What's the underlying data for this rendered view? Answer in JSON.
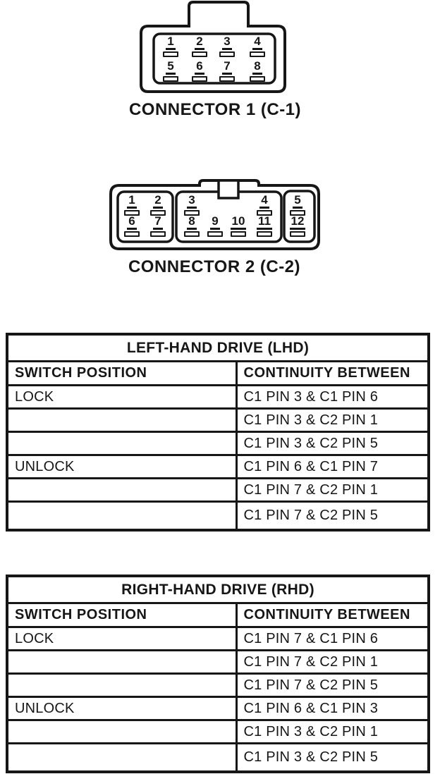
{
  "colors": {
    "ink": "#161616",
    "background": "#ffffff"
  },
  "connectors": [
    {
      "label": "CONNECTOR 1 (C-1)",
      "pins": [
        "1",
        "2",
        "3",
        "4",
        "5",
        "6",
        "7",
        "8"
      ]
    },
    {
      "label": "CONNECTOR 2 (C-2)",
      "pins": [
        "1",
        "2",
        "3",
        "4",
        "5",
        "6",
        "7",
        "8",
        "9",
        "10",
        "11",
        "12"
      ]
    }
  ],
  "tables": [
    {
      "title": "LEFT-HAND DRIVE (LHD)",
      "columns": [
        "SWITCH POSITION",
        "CONTINUITY BETWEEN"
      ],
      "rows": [
        [
          "LOCK",
          "C1 PIN 3 & C1 PIN 6"
        ],
        [
          "",
          "C1 PIN 3 & C2 PIN 1"
        ],
        [
          "",
          "C1 PIN 3 & C2 PIN 5"
        ],
        [
          "UNLOCK",
          "C1 PIN 6 & C1 PIN 7"
        ],
        [
          "",
          "C1 PIN 7 & C2 PIN 1"
        ],
        [
          "",
          "C1 PIN 7 & C2 PIN 5"
        ]
      ]
    },
    {
      "title": "RIGHT-HAND DRIVE (RHD)",
      "columns": [
        "SWITCH POSITION",
        "CONTINUITY BETWEEN"
      ],
      "rows": [
        [
          "LOCK",
          "C1 PIN 7 & C1 PIN 6"
        ],
        [
          "",
          "C1 PIN 7 & C2 PIN 1"
        ],
        [
          "",
          "C1 PIN 7 & C2 PIN 5"
        ],
        [
          "UNLOCK",
          "C1 PIN 6 & C1 PIN 3"
        ],
        [
          "",
          "C1 PIN 3 & C2 PIN 1"
        ],
        [
          "",
          "C1 PIN 3 & C2 PIN 5"
        ]
      ]
    }
  ]
}
